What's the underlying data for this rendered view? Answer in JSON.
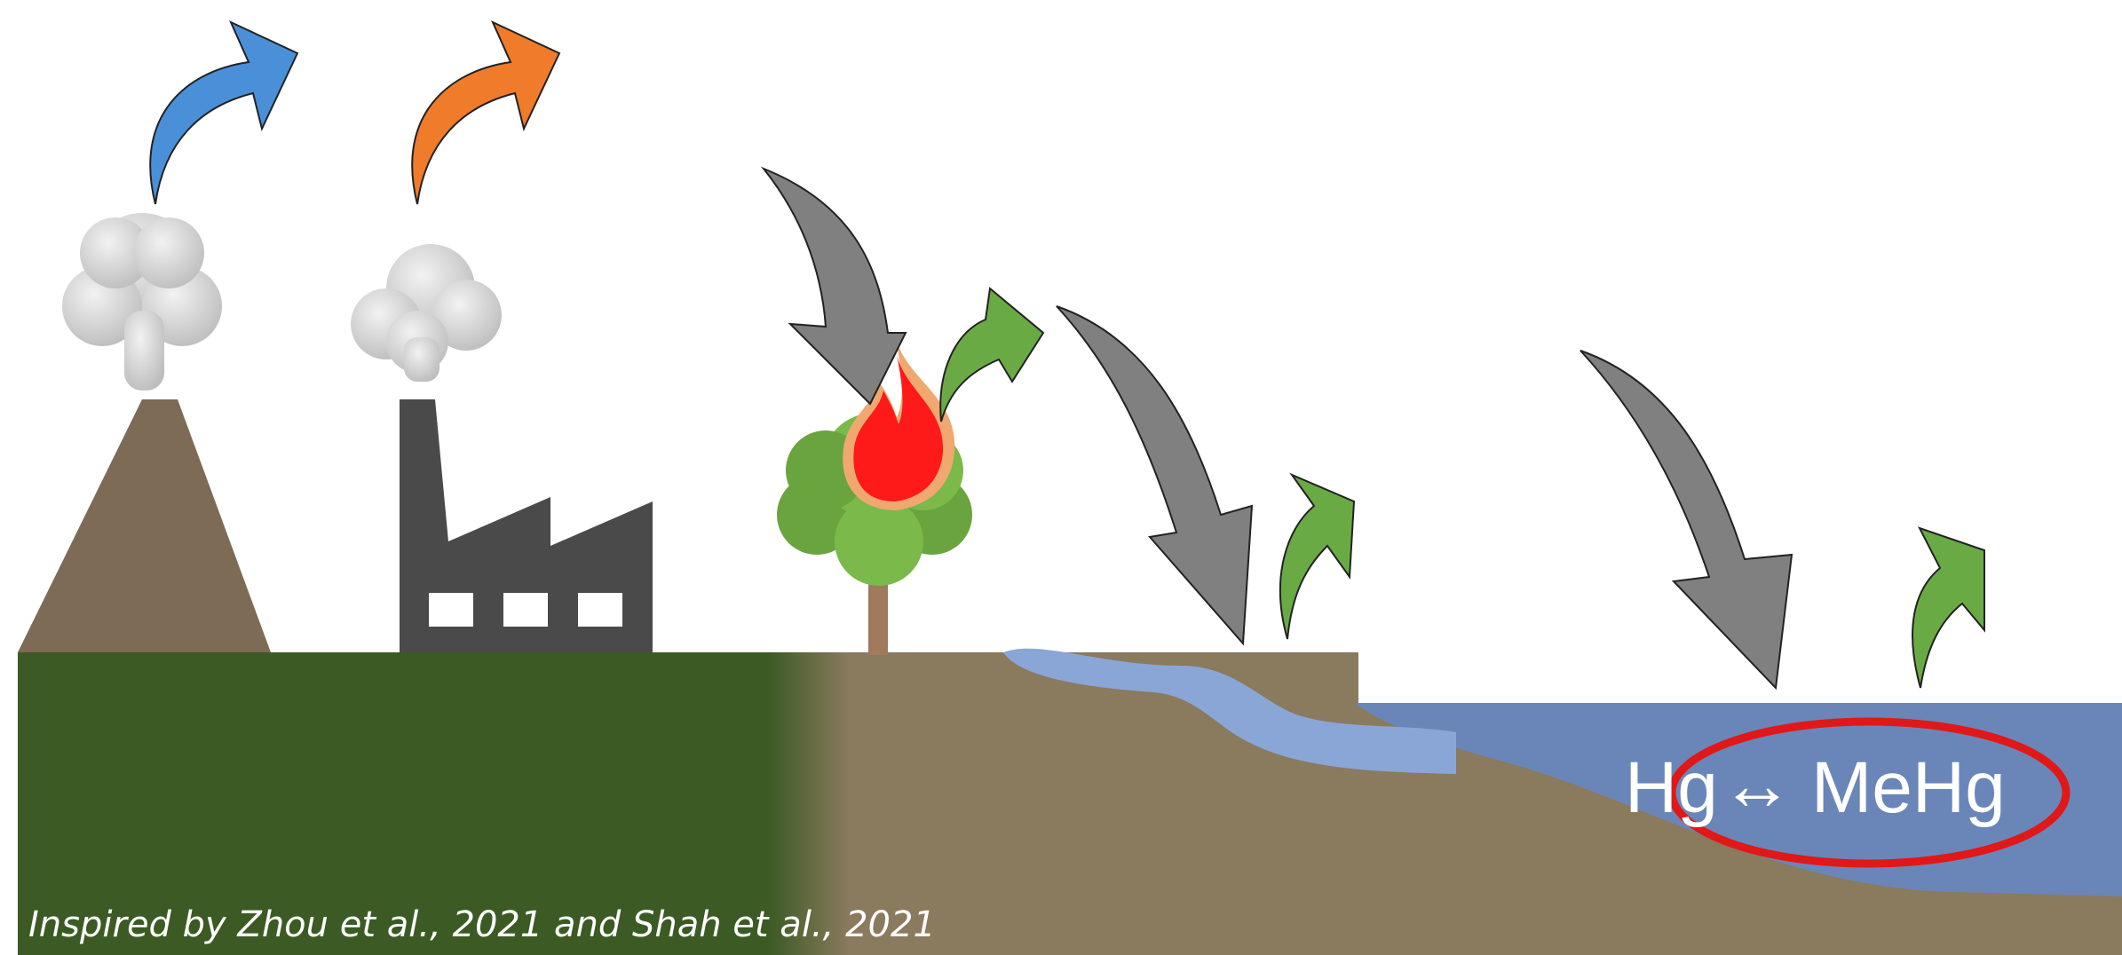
{
  "diagram": {
    "equation": {
      "left": "Hg",
      "arrow": "↔",
      "right": "MeHg"
    },
    "caption": "Inspired by Zhou et al., 2021 and Shah et al., 2021",
    "icons": [
      "volcano-icon",
      "factory-icon",
      "tree-icon",
      "fire-icon",
      "emission-arrow-icon",
      "deposition-arrow-icon",
      "reemission-arrow-icon"
    ],
    "colors": {
      "volcano_emission": "#4a90d9",
      "anthropogenic_emission": "#f07b2a",
      "deposition": "#808080",
      "reemission": "#6aaa45",
      "land": "#3c5a24",
      "soil": "#8a7a5e",
      "water": "#6a86b8",
      "river": "#8aa6d6",
      "highlight_ring": "#e01818"
    }
  }
}
